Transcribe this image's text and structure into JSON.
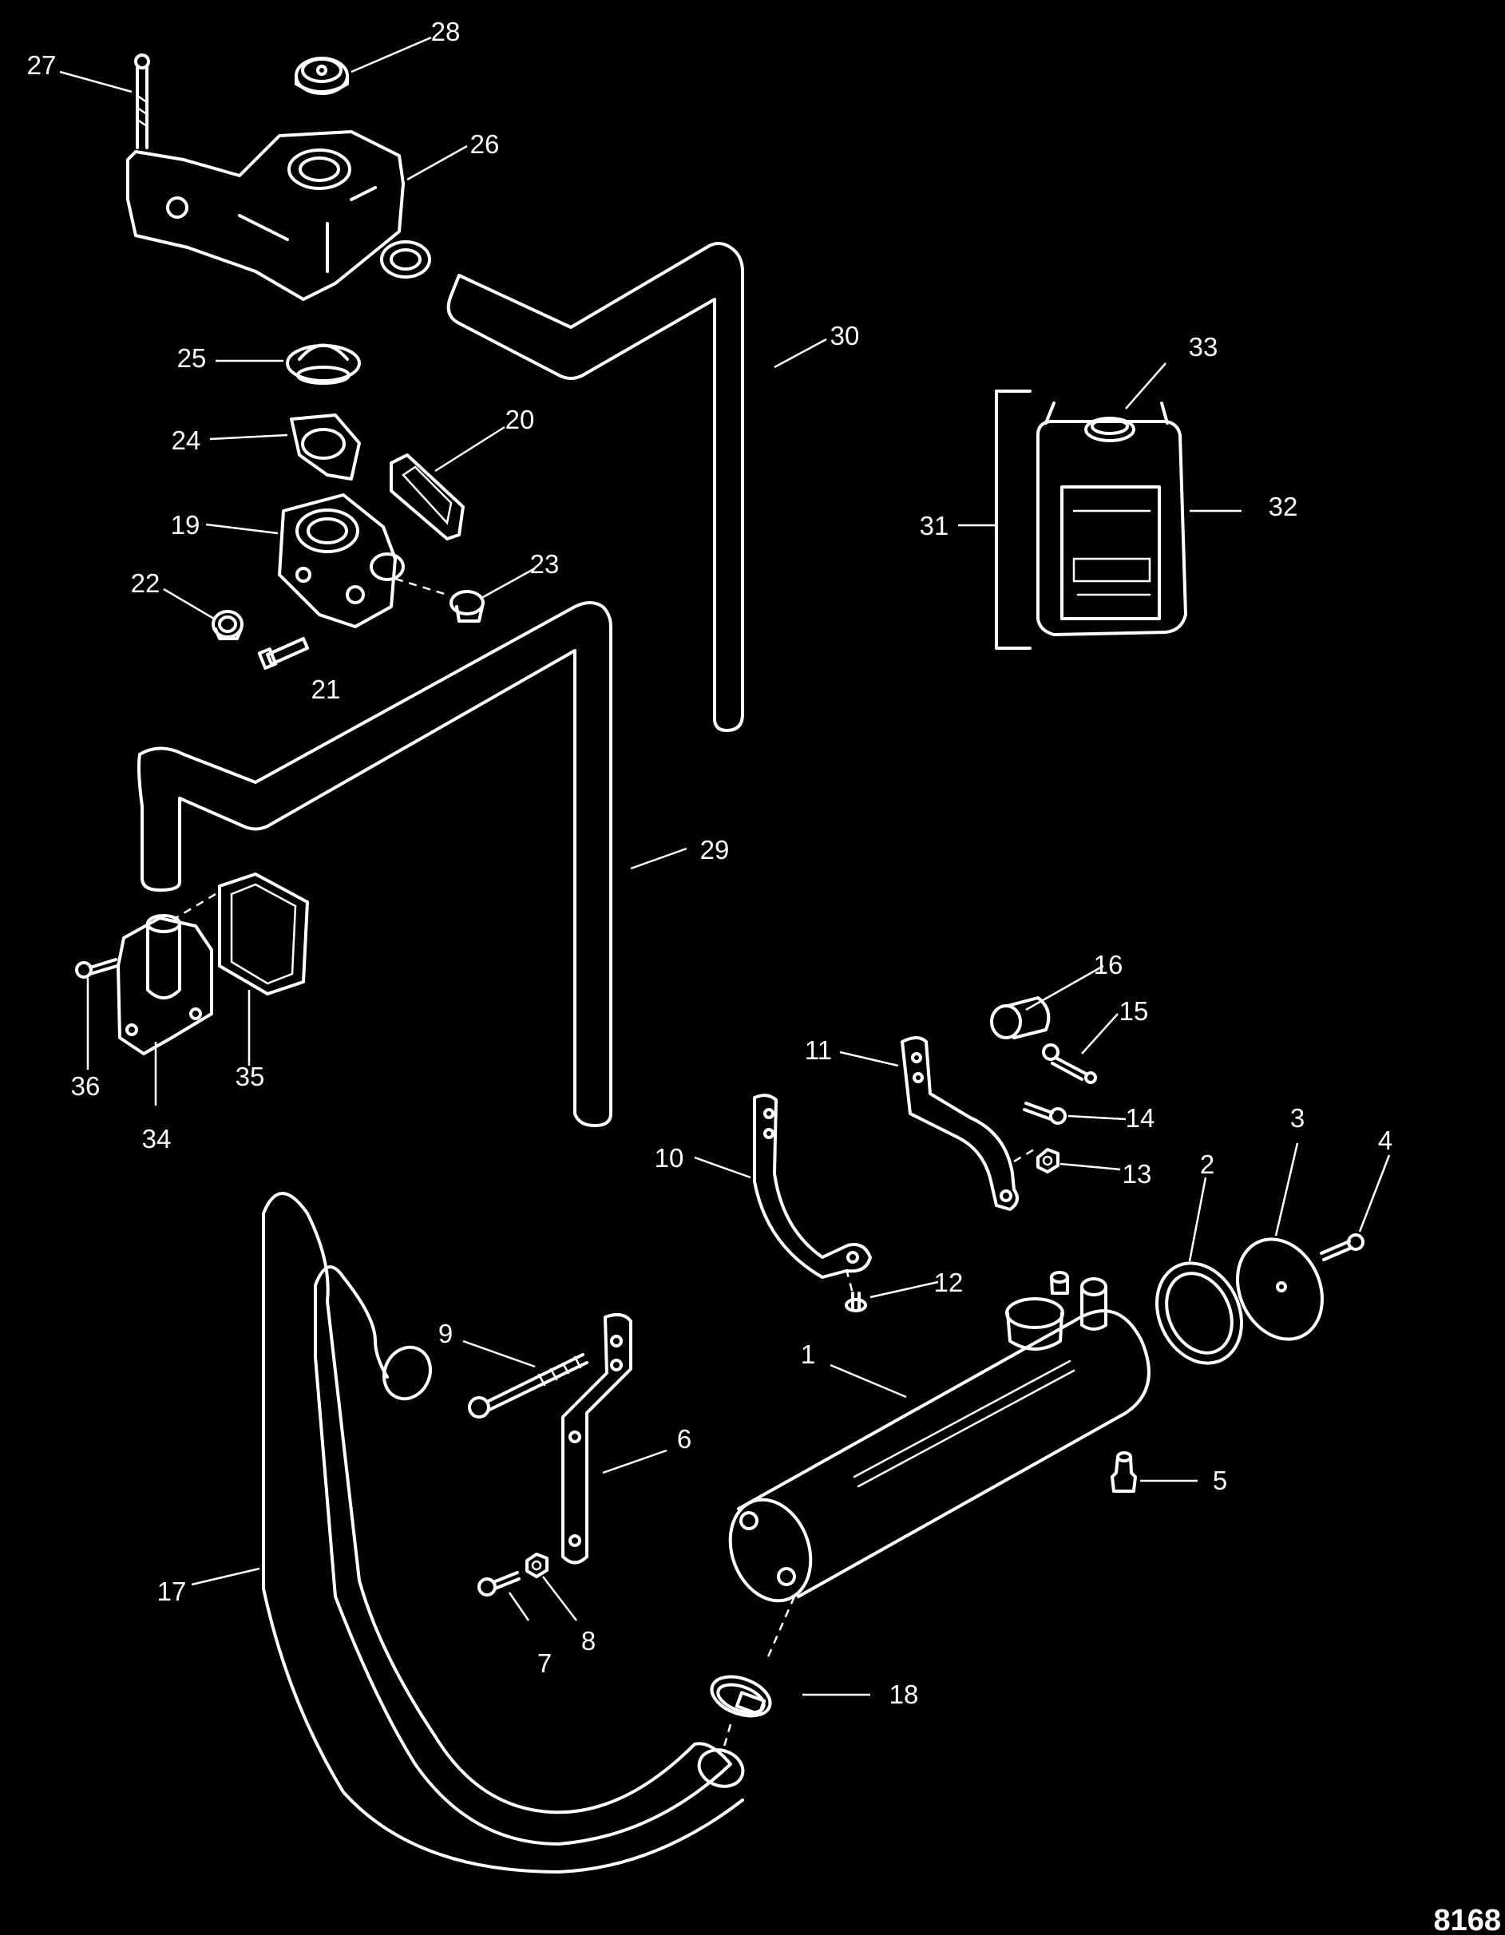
{
  "figure_number": "8168",
  "callouts": [
    {
      "id": "c1",
      "text": "1"
    },
    {
      "id": "c2",
      "text": "2"
    },
    {
      "id": "c3",
      "text": "3"
    },
    {
      "id": "c4",
      "text": "4"
    },
    {
      "id": "c5",
      "text": "5"
    },
    {
      "id": "c6",
      "text": "6"
    },
    {
      "id": "c7",
      "text": "7"
    },
    {
      "id": "c8",
      "text": "8"
    },
    {
      "id": "c9",
      "text": "9"
    },
    {
      "id": "c10",
      "text": "10"
    },
    {
      "id": "c11",
      "text": "11"
    },
    {
      "id": "c12",
      "text": "12"
    },
    {
      "id": "c13",
      "text": "13"
    },
    {
      "id": "c14",
      "text": "14"
    },
    {
      "id": "c15",
      "text": "15"
    },
    {
      "id": "c16",
      "text": "16"
    },
    {
      "id": "c17",
      "text": "17"
    },
    {
      "id": "c18",
      "text": "18"
    },
    {
      "id": "c19",
      "text": "19"
    },
    {
      "id": "c20",
      "text": "20"
    },
    {
      "id": "c21",
      "text": "21"
    },
    {
      "id": "c22",
      "text": "22"
    },
    {
      "id": "c23",
      "text": "23"
    },
    {
      "id": "c24",
      "text": "24"
    },
    {
      "id": "c25",
      "text": "25"
    },
    {
      "id": "c26",
      "text": "26"
    },
    {
      "id": "c27",
      "text": "27"
    },
    {
      "id": "c28",
      "text": "28"
    },
    {
      "id": "c29",
      "text": "29"
    },
    {
      "id": "c30",
      "text": "30"
    },
    {
      "id": "c31",
      "text": "31"
    },
    {
      "id": "c32",
      "text": "32"
    },
    {
      "id": "c33",
      "text": "33"
    },
    {
      "id": "c34",
      "text": "34"
    },
    {
      "id": "c35",
      "text": "35"
    },
    {
      "id": "c36",
      "text": "36"
    }
  ],
  "colors": {
    "background": "#000000",
    "linework": "#ffffff"
  }
}
